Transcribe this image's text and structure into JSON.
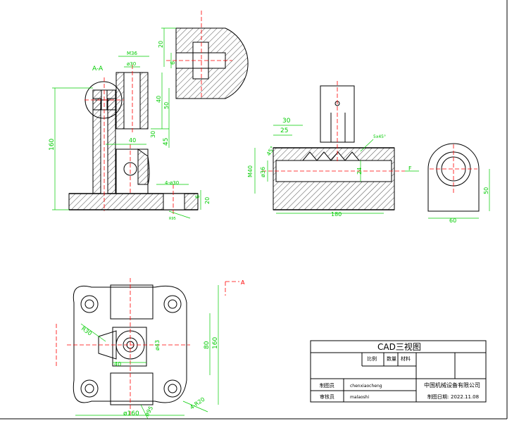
{
  "colors": {
    "outline": "#000000",
    "dimension": "#00cc00",
    "center": "#ff0000",
    "hatch": "#000000",
    "annot": "#ff0000"
  },
  "labels": {
    "section": "A-A",
    "arrow_a": "A",
    "arrow_f": "F",
    "title": "CAD三视图",
    "h1": "比例",
    "h2": "数量",
    "h3": "材料",
    "draw_label": "制图员",
    "draw_name": "chenxiaocheng",
    "check_label": "审核员",
    "check_name": "malaoshi",
    "company": "中国机械设备有限公司",
    "date_label": "制图日期:",
    "date_value": "2022.11.08"
  },
  "dims": {
    "d160v": "160",
    "d20top": "20",
    "d6": "6",
    "dM36": "M36",
    "d30a": "ø30",
    "d40a": "40",
    "d50": "50",
    "d30b": "30",
    "d45": "45",
    "d40b": "40",
    "d4x30": "4-ø30",
    "d6b": "6",
    "d20b": "20",
    "d95": "R95",
    "d30c": "30",
    "d25": "25",
    "d45deg": "45°",
    "d5x45": "5x45°",
    "dM40": "M40",
    "d36": "ø36",
    "d24": "24",
    "d180": "180",
    "d50r": "50",
    "d60": "60",
    "dR30": "R30",
    "d43": "ø43",
    "d40c": "40",
    "d80": "80",
    "d160b": "160",
    "dphi160": "ø160",
    "dphi95": "ø95",
    "d4R20": "4-R20"
  }
}
